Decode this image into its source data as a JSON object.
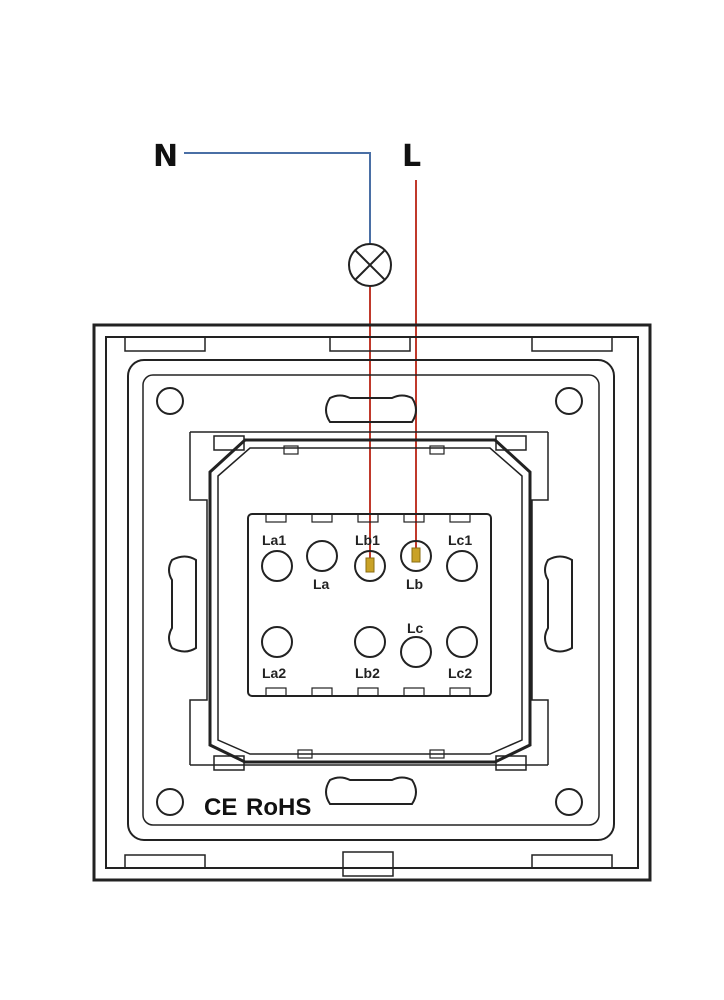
{
  "wires": {
    "neutral_label": "N",
    "live_label": "L",
    "neutral_color": "#4a6fa5",
    "live_color": "#c0392b"
  },
  "terminals": {
    "La1": "La1",
    "La": "La",
    "Lb1": "Lb1",
    "Lb": "Lb",
    "Lc1": "Lc1",
    "La2": "La2",
    "Lb2": "Lb2",
    "Lc": "Lc",
    "Lc2": "Lc2"
  },
  "marks": {
    "ce": "CE",
    "rohs": "RoHS"
  },
  "colors": {
    "outline": "#222222",
    "connector": "#c9a227"
  }
}
